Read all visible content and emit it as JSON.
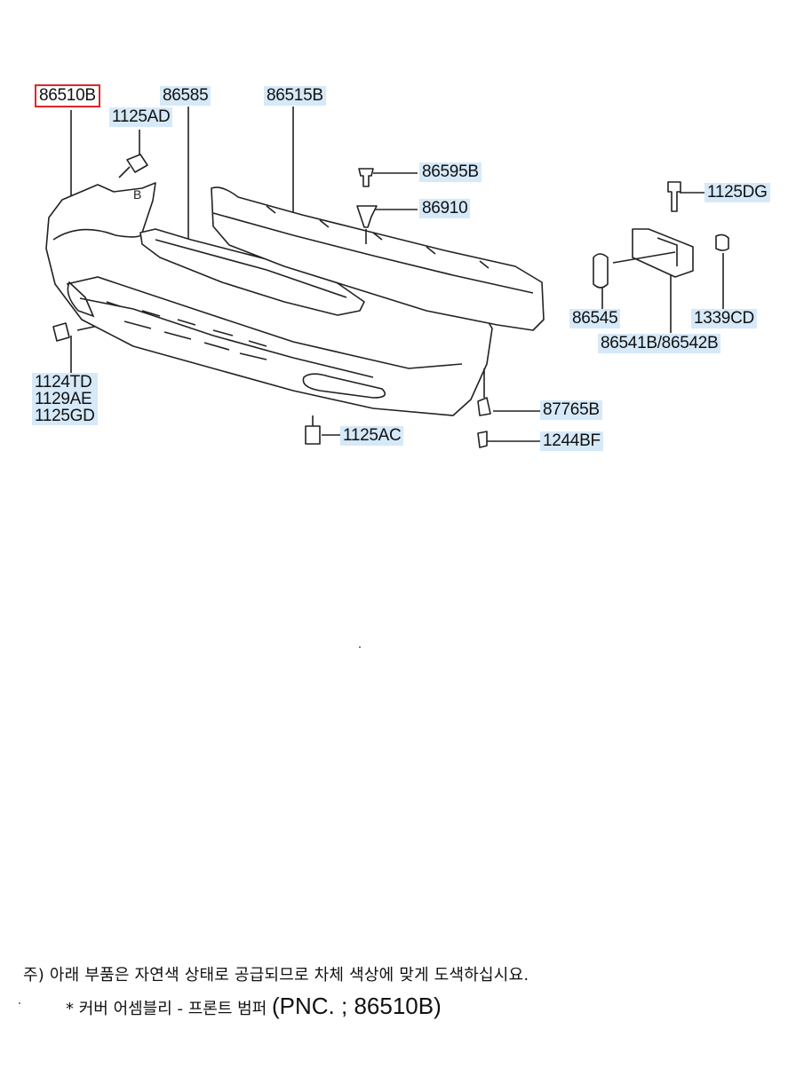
{
  "callouts": [
    {
      "id": "86510B",
      "selected": true
    },
    {
      "id": "1125AD"
    },
    {
      "id": "86585"
    },
    {
      "id": "86515B"
    },
    {
      "id": "86595B"
    },
    {
      "id": "86910"
    },
    {
      "id": "1125DG"
    },
    {
      "id": "86545"
    },
    {
      "id": "1339CD"
    },
    {
      "id": "86541B/86542B"
    },
    {
      "id": "1124TD"
    },
    {
      "id": "1129AE"
    },
    {
      "id": "1125GD"
    },
    {
      "id": "1125AC"
    },
    {
      "id": "87765B"
    },
    {
      "id": "1244BF"
    }
  ],
  "view_marker": "B",
  "notes": {
    "line1": "주) 아래 부품은 자연색 상태로 공급되므로 차체 색상에 맞게 도색하십시요.",
    "line2_prefix": "* 커버 어셈블리 - 프론트 범퍼",
    "line2_pnc": "(PNC. ; 86510B)"
  }
}
